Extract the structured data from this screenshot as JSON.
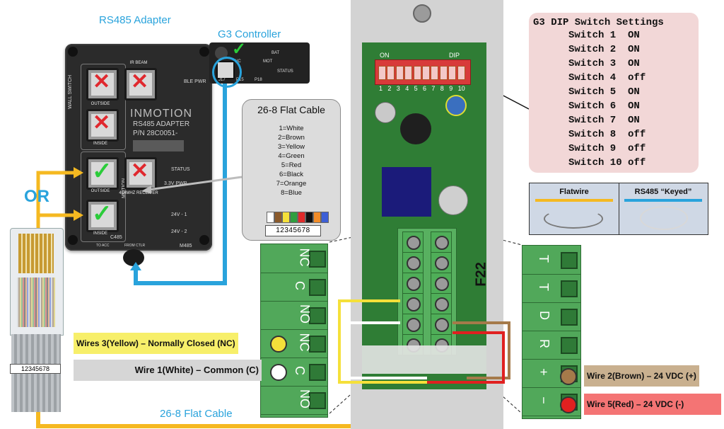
{
  "labels": {
    "rs485_adapter": "RS485 Adapter",
    "g3_controller": "G3 Controller",
    "or": "OR",
    "flat_cable_bottom": "26-8 Flat Cable"
  },
  "adapter": {
    "port_outside_top": "OUTSIDE",
    "port_ir_beam": "IR BEAM",
    "wall_switch": "WALL SWITCH",
    "ble_pwr": "BLE PWR",
    "brand": "INMOTION",
    "model_line1": "RS485 ADAPTER",
    "model_line2": "P/N 28C0051-",
    "port_inside_top": "INSIDE",
    "status": "STATUS",
    "v33": "3.3V PWR",
    "port_outside_bottom": "OUTSIDE",
    "motion": "MOTION",
    "receiver": "434MHZ RECEIVER",
    "port_inside_bottom": "INSIDE",
    "v24_1": "24V - 1",
    "v24_2": "24V - 2",
    "c485": "C485",
    "to_acc": "TO ACC",
    "from_ctr": "FROM CTLR",
    "m485": "M485"
  },
  "g3": {
    "bat": "BAT",
    "mot": "MOT",
    "status": "STATUS",
    "j17": "J17",
    "p15": "P15",
    "p18": "P18",
    "nc": "NC"
  },
  "cable_box": {
    "title": "26-8 Flat Cable",
    "colors": [
      "1=White",
      "2=Brown",
      "3=Yellow",
      "4=Green",
      "5=Red",
      "6=Black",
      "7=Orange",
      "8=Blue"
    ],
    "strip_numbers": "12345678",
    "stripe_colors": [
      "#ffffff",
      "#8b5a2b",
      "#f5e03a",
      "#2f9e3f",
      "#e02a2a",
      "#111111",
      "#f28c28",
      "#3d5fd6"
    ]
  },
  "board": {
    "dip_on": "ON",
    "dip_label": "DIP",
    "dip_numbers": [
      "1",
      "2",
      "3",
      "4",
      "5",
      "6",
      "7",
      "8",
      "9",
      "10"
    ],
    "f22": "F22"
  },
  "dip_settings": {
    "title": "G3 DIP Switch Settings",
    "rows": [
      "Switch 1  ON",
      "Switch 2  ON",
      "Switch 3  ON",
      "Switch 4  off",
      "Switch 5  ON",
      "Switch 6  ON",
      "Switch 7  ON",
      "Switch 8  off",
      "Switch 9  off",
      "Switch 10 off"
    ]
  },
  "legend": {
    "flatwire": "Flatwire",
    "rs485": "RS485 “Keyed”"
  },
  "left_terminal": {
    "labels": [
      "NC",
      "C",
      "NO",
      "NC",
      "C",
      "NO"
    ]
  },
  "right_terminal": {
    "labels": [
      "T",
      "T",
      "D",
      "R",
      "+",
      "−"
    ]
  },
  "wires": {
    "yellow": "Wires 3(Yellow) – Normally Closed (NC)",
    "white": "Wire 1(White) – Common (C)",
    "brown": "Wire 2(Brown) – 24 VDC (+)",
    "red": "Wire 5(Red) –  24 VDC (-)"
  },
  "rj45": {
    "numbers": "12345678"
  },
  "colors": {
    "accent_blue": "#29a3dc",
    "wire_yellow": "#f5b921",
    "terminal_green": "#51a85a",
    "dip_box": "#f2d7d7",
    "wire_red": "#e02020",
    "wire_brown": "#a57a4a"
  }
}
